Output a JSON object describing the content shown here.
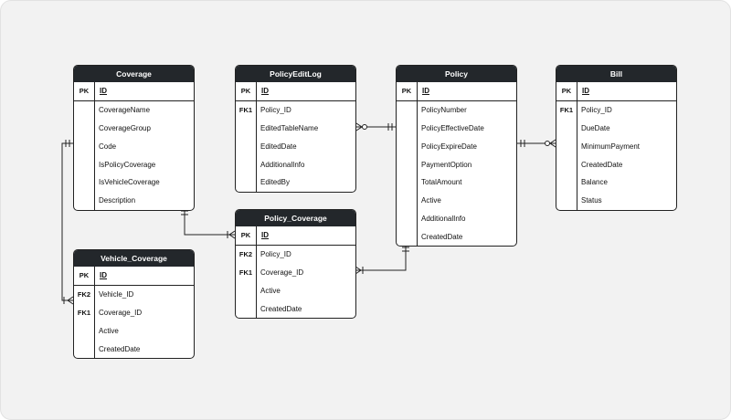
{
  "entities": {
    "coverage": {
      "title": "Coverage",
      "pk": {
        "key": "PK",
        "field": "ID"
      },
      "fields": [
        {
          "key": "",
          "field": "CoverageName"
        },
        {
          "key": "",
          "field": "CoverageGroup"
        },
        {
          "key": "",
          "field": "Code"
        },
        {
          "key": "",
          "field": "IsPolicyCoverage"
        },
        {
          "key": "",
          "field": "IsVehicleCoverage"
        },
        {
          "key": "",
          "field": "Description"
        }
      ]
    },
    "policy_edit_log": {
      "title": "PolicyEditLog",
      "pk": {
        "key": "PK",
        "field": "ID"
      },
      "fields": [
        {
          "key": "FK1",
          "field": "Policy_ID"
        },
        {
          "key": "",
          "field": "EditedTableName"
        },
        {
          "key": "",
          "field": "EditedDate"
        },
        {
          "key": "",
          "field": "AdditionalInfo"
        },
        {
          "key": "",
          "field": "EditedBy"
        }
      ]
    },
    "policy": {
      "title": "Policy",
      "pk": {
        "key": "PK",
        "field": "ID"
      },
      "fields": [
        {
          "key": "",
          "field": "PolicyNumber"
        },
        {
          "key": "",
          "field": "PolicyEffectiveDate"
        },
        {
          "key": "",
          "field": "PolicyExpireDate"
        },
        {
          "key": "",
          "field": "PaymentOption"
        },
        {
          "key": "",
          "field": "TotalAmount"
        },
        {
          "key": "",
          "field": "Active"
        },
        {
          "key": "",
          "field": "AdditionalInfo"
        },
        {
          "key": "",
          "field": "CreatedDate"
        }
      ]
    },
    "bill": {
      "title": "Bill",
      "pk": {
        "key": "PK",
        "field": "ID"
      },
      "fields": [
        {
          "key": "FK1",
          "field": "Policy_ID"
        },
        {
          "key": "",
          "field": "DueDate"
        },
        {
          "key": "",
          "field": "MinimumPayment"
        },
        {
          "key": "",
          "field": "CreatedDate"
        },
        {
          "key": "",
          "field": "Balance"
        },
        {
          "key": "",
          "field": "Status"
        }
      ]
    },
    "policy_coverage": {
      "title": "Policy_Coverage",
      "pk": {
        "key": "PK",
        "field": "ID"
      },
      "fields": [
        {
          "key": "FK2",
          "field": "Policy_ID"
        },
        {
          "key": "FK1",
          "field": "Coverage_ID"
        },
        {
          "key": "",
          "field": "Active"
        },
        {
          "key": "",
          "field": "CreatedDate"
        }
      ]
    },
    "vehicle_coverage": {
      "title": "Vehicle_Coverage",
      "pk": {
        "key": "PK",
        "field": "ID"
      },
      "fields": [
        {
          "key": "FK2",
          "field": "Vehicle_ID"
        },
        {
          "key": "FK1",
          "field": "Coverage_ID"
        },
        {
          "key": "",
          "field": "Active"
        },
        {
          "key": "",
          "field": "CreatedDate"
        }
      ]
    }
  },
  "colors": {
    "header_bg": "#23272b",
    "header_text": "#ffffff",
    "border": "#222222",
    "canvas_bg": "#f2f2f2"
  }
}
